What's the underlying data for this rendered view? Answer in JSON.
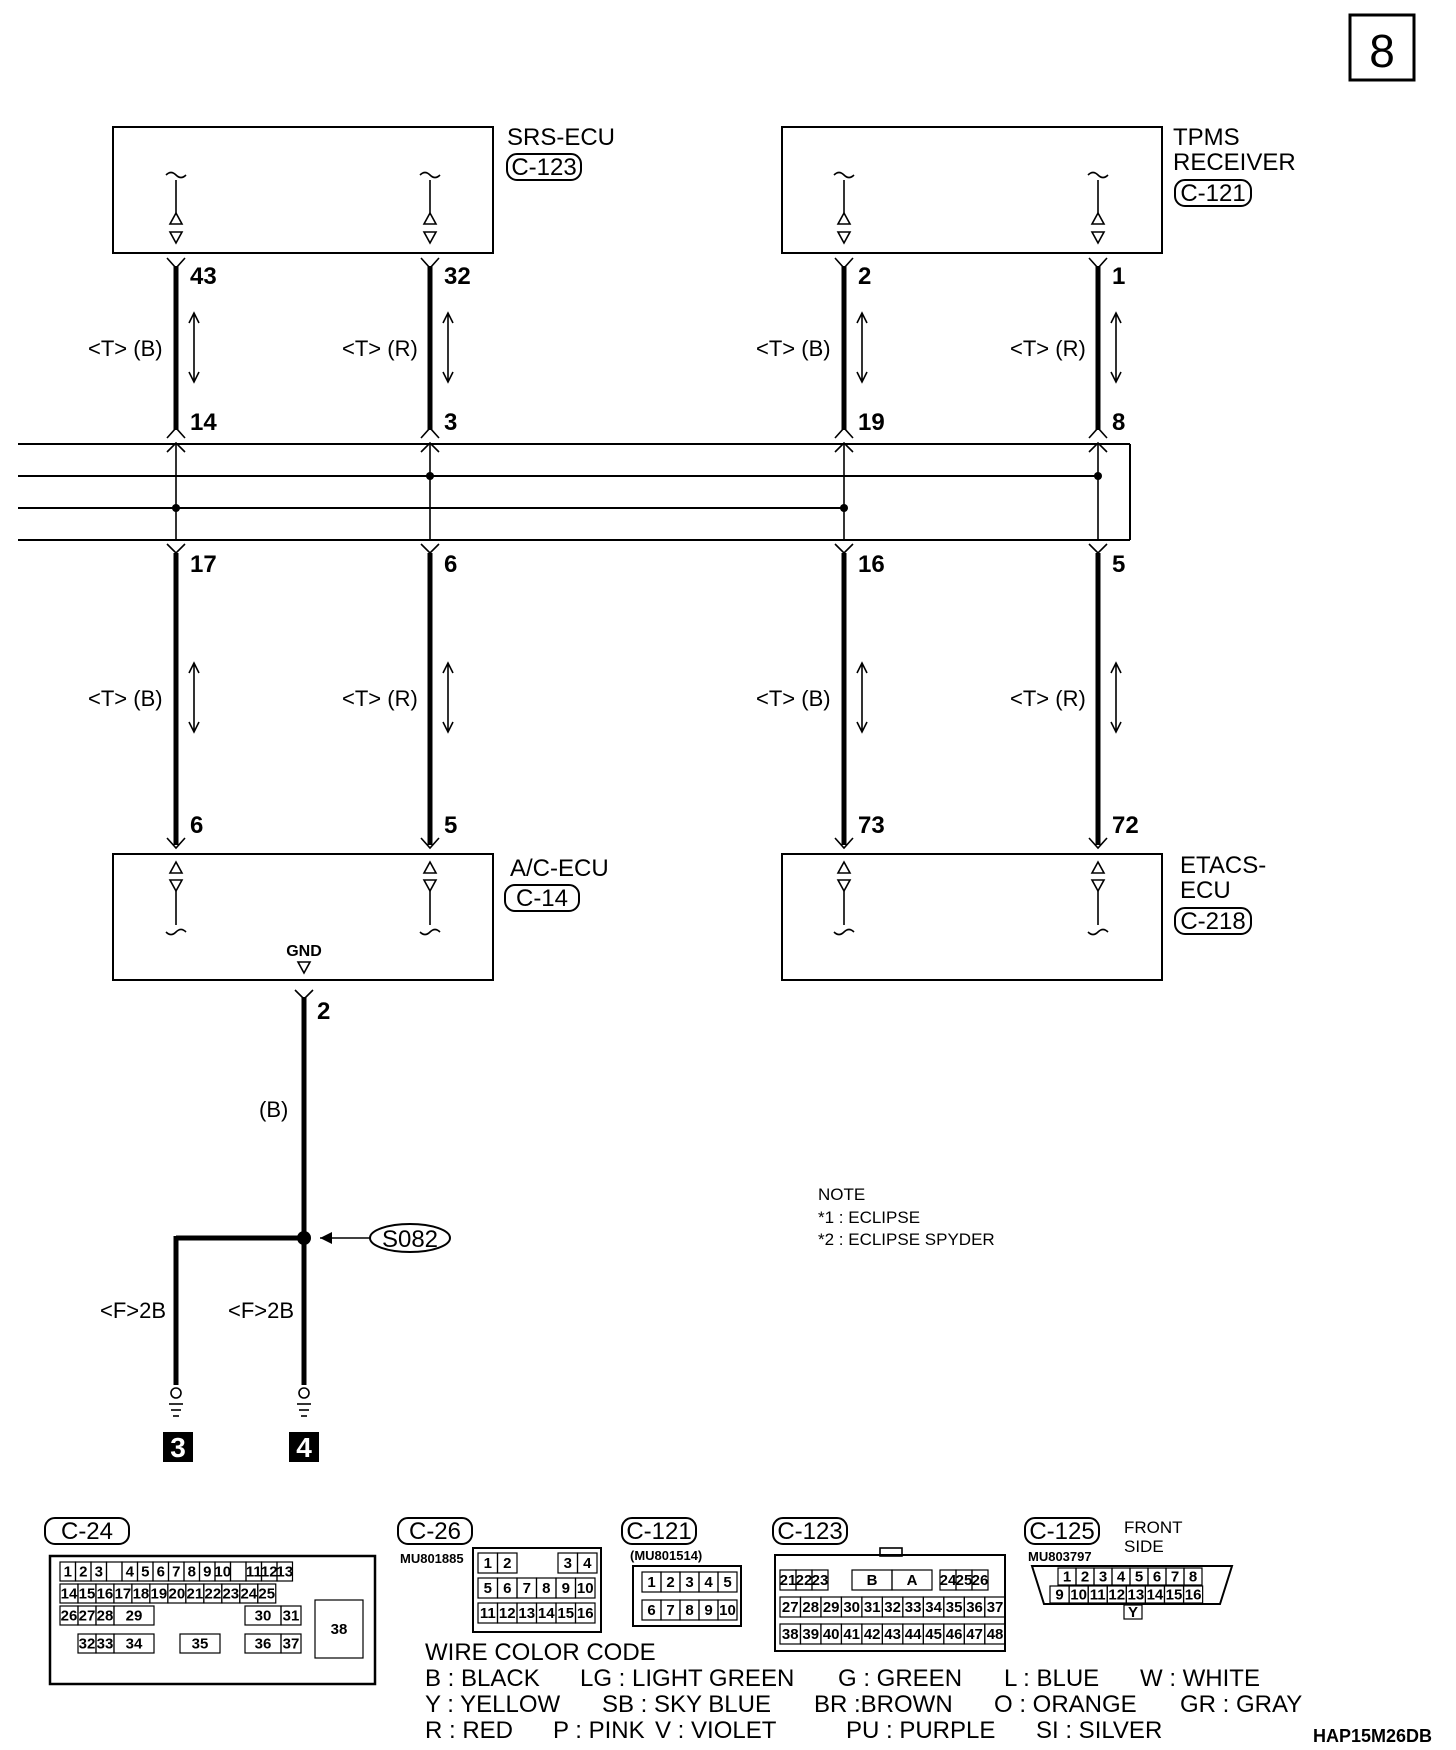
{
  "page_number": "8",
  "drawing_code": "HAP15M26DB",
  "components": {
    "srs": {
      "name": "SRS-ECU",
      "connector": "C-123"
    },
    "tpms": {
      "name_line1": "TPMS",
      "name_line2": "RECEIVER",
      "connector": "C-121"
    },
    "ac": {
      "name": "A/C-ECU",
      "connector": "C-14",
      "gnd_label": "GND"
    },
    "etacs": {
      "name_line1": "ETACS-",
      "name_line2": "ECU",
      "connector": "C-218"
    }
  },
  "pins": {
    "srs_b": "43",
    "srs_r": "32",
    "tpms_b": "2",
    "tpms_r": "1",
    "j_top_1": "14",
    "j_top_2": "3",
    "j_top_3": "19",
    "j_top_4": "8",
    "j_bot_1": "17",
    "j_bot_2": "6",
    "j_bot_3": "16",
    "j_bot_4": "5",
    "ac_b": "6",
    "ac_r": "5",
    "etacs_b": "73",
    "etacs_r": "72",
    "ac_gnd": "2"
  },
  "wire_labels": {
    "tb": "<T> (B)",
    "tr": "<T> (R)",
    "gnd_wire": "(B)",
    "f2b": "<F>2B"
  },
  "splice": "S082",
  "grounds": [
    "3",
    "4"
  ],
  "note": {
    "title": "NOTE",
    "line1": "*1 : ECLIPSE",
    "line2": "*2 : ECLIPSE SPYDER"
  },
  "connectors": {
    "c24": {
      "label": "C-24"
    },
    "c26": {
      "label": "C-26",
      "part": "MU801885"
    },
    "c121": {
      "label": "C-121",
      "part": "(MU801514)"
    },
    "c123": {
      "label": "C-123"
    },
    "c125": {
      "label": "C-125",
      "part": "MU803797",
      "side_line1": "FRONT",
      "side_line2": "SIDE"
    }
  },
  "wire_color_code": {
    "title": "WIRE COLOR CODE",
    "row1": [
      "B : BLACK",
      "LG : LIGHT GREEN",
      "G : GREEN",
      "L : BLUE",
      "W : WHITE"
    ],
    "row2": [
      "Y : YELLOW",
      "SB : SKY BLUE",
      "BR :BROWN",
      "O : ORANGE",
      "GR : GRAY"
    ],
    "row3": [
      "R : RED",
      "P : PINK",
      "V : VIOLET",
      "PU : PURPLE",
      "SI : SILVER"
    ]
  }
}
